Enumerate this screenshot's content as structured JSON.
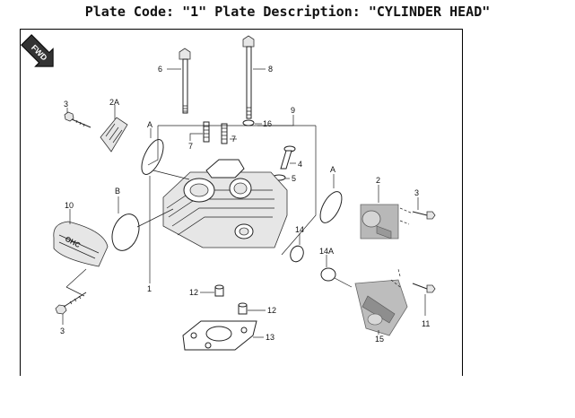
{
  "header": {
    "plate_code_label": "Plate Code:",
    "plate_code_value": "\"1\"",
    "plate_desc_label": "Plate Description:",
    "plate_desc_value": "\"CYLINDER HEAD\""
  },
  "diagram": {
    "fwd_text": "FWD",
    "gasket_letters": {
      "a_left": "A",
      "a_right": "A",
      "b": "B"
    },
    "cover_marking": "OHC",
    "callouts": {
      "bolt_6": "6",
      "bolt_8": "8",
      "bolt_3_top": "3",
      "cover_2a": "2A",
      "stud_7_left": "7",
      "stud_7_right": "7",
      "washer_16": "16",
      "bracket_9": "9",
      "plug_4": "4",
      "ring_5": "5",
      "head_1": "1",
      "cover_10": "10",
      "bolt_3_left": "3",
      "oring_14": "14",
      "oring_14a": "14A",
      "elbow_2": "2",
      "bolt_3_right": "3",
      "bolt_11": "11",
      "intake_15": "15",
      "dowel_12_top": "12",
      "dowel_12_bottom": "12",
      "gasket_13": "13"
    }
  }
}
